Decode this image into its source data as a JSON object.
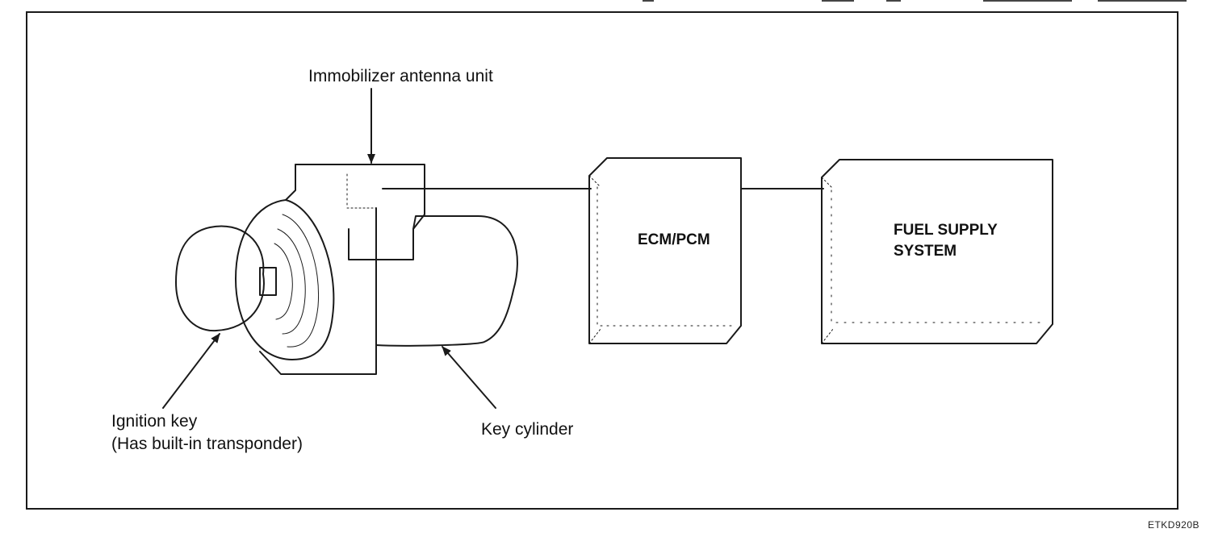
{
  "labels": {
    "antenna_unit": "Immobilizer antenna unit",
    "ignition_key_line1": "Ignition key",
    "ignition_key_line2": "(Has built-in transponder)",
    "key_cylinder": "Key cylinder",
    "ecm_pcm": "ECM/PCM",
    "fuel_supply_line1": "FUEL SUPPLY",
    "fuel_supply_line2": "SYSTEM"
  },
  "figure_code": "ETKD920B",
  "colors": {
    "line": "#1a1a1a",
    "background": "#ffffff"
  }
}
